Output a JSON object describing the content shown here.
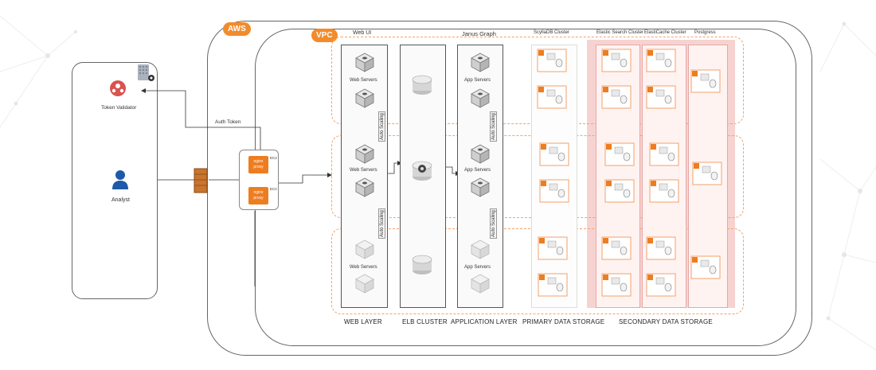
{
  "colors": {
    "aws_orange": "#f28b2b",
    "dashed_border": "#f3a36a",
    "secondary_bg": "#f6d3d0",
    "user_red": "#d9534f",
    "analyst_blue": "#1e5aa8"
  },
  "client": {
    "token_validator": "Token Validator",
    "analyst": "Analyst",
    "auth_token": "Auth Token"
  },
  "badges": {
    "aws": "AWS",
    "vpc": "VPC"
  },
  "proxy": {
    "nginx1": "nginx proxy",
    "nginx2": "nginx proxy",
    "ec2_a": "EC2",
    "ec2_b": "EC2"
  },
  "headers": {
    "web_ui": "Web UI",
    "janus": "Janus Graph",
    "scylla": "ScyllaDB Cluster",
    "elastic": "Elastic Search Cluster",
    "elasticache": "ElastiCache Cluster",
    "postgres": "Postgress"
  },
  "node_labels": {
    "web_servers": "Web Servers",
    "app_servers": "App Servers",
    "auto_scaling": "Auto Scaling"
  },
  "layers": {
    "web": "WEB LAYER",
    "elb": "ELB CLUSTER",
    "app": "APPLICATION LAYER",
    "primary": "PRIMARY DATA STORAGE",
    "secondary": "SECONDARY DATA STORAGE"
  }
}
